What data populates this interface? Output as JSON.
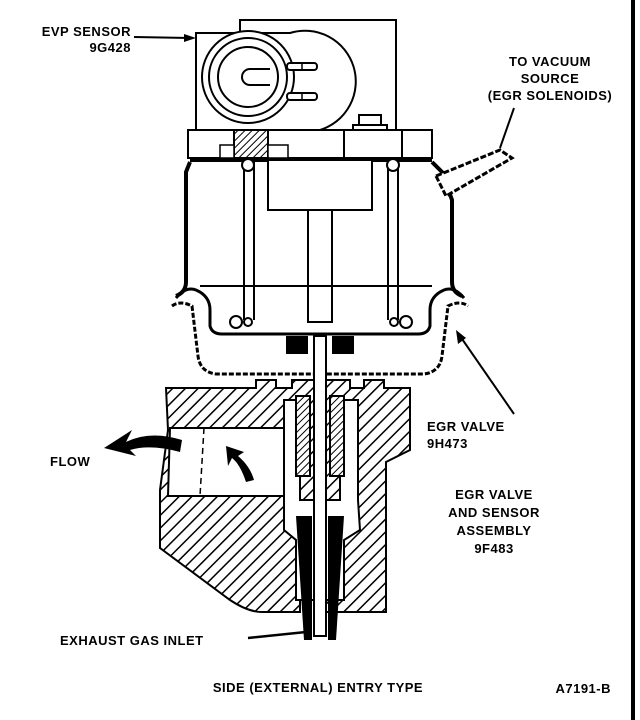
{
  "diagram": {
    "title": "SIDE (EXTERNAL) ENTRY TYPE",
    "figure_id": "A7191-B",
    "labels": {
      "evp_sensor": {
        "line1": "EVP SENSOR",
        "line2": "9G428"
      },
      "vacuum_source": {
        "line1": "TO VACUUM",
        "line2": "SOURCE",
        "line3": "(EGR SOLENOIDS)"
      },
      "egr_valve": {
        "line1": "EGR VALVE",
        "line2": "9H473"
      },
      "assembly": {
        "line1": "EGR VALVE",
        "line2": "AND SENSOR",
        "line3": "ASSEMBLY",
        "line4": "9F483"
      },
      "flow": "FLOW",
      "exhaust_inlet": "EXHAUST GAS INLET"
    }
  }
}
